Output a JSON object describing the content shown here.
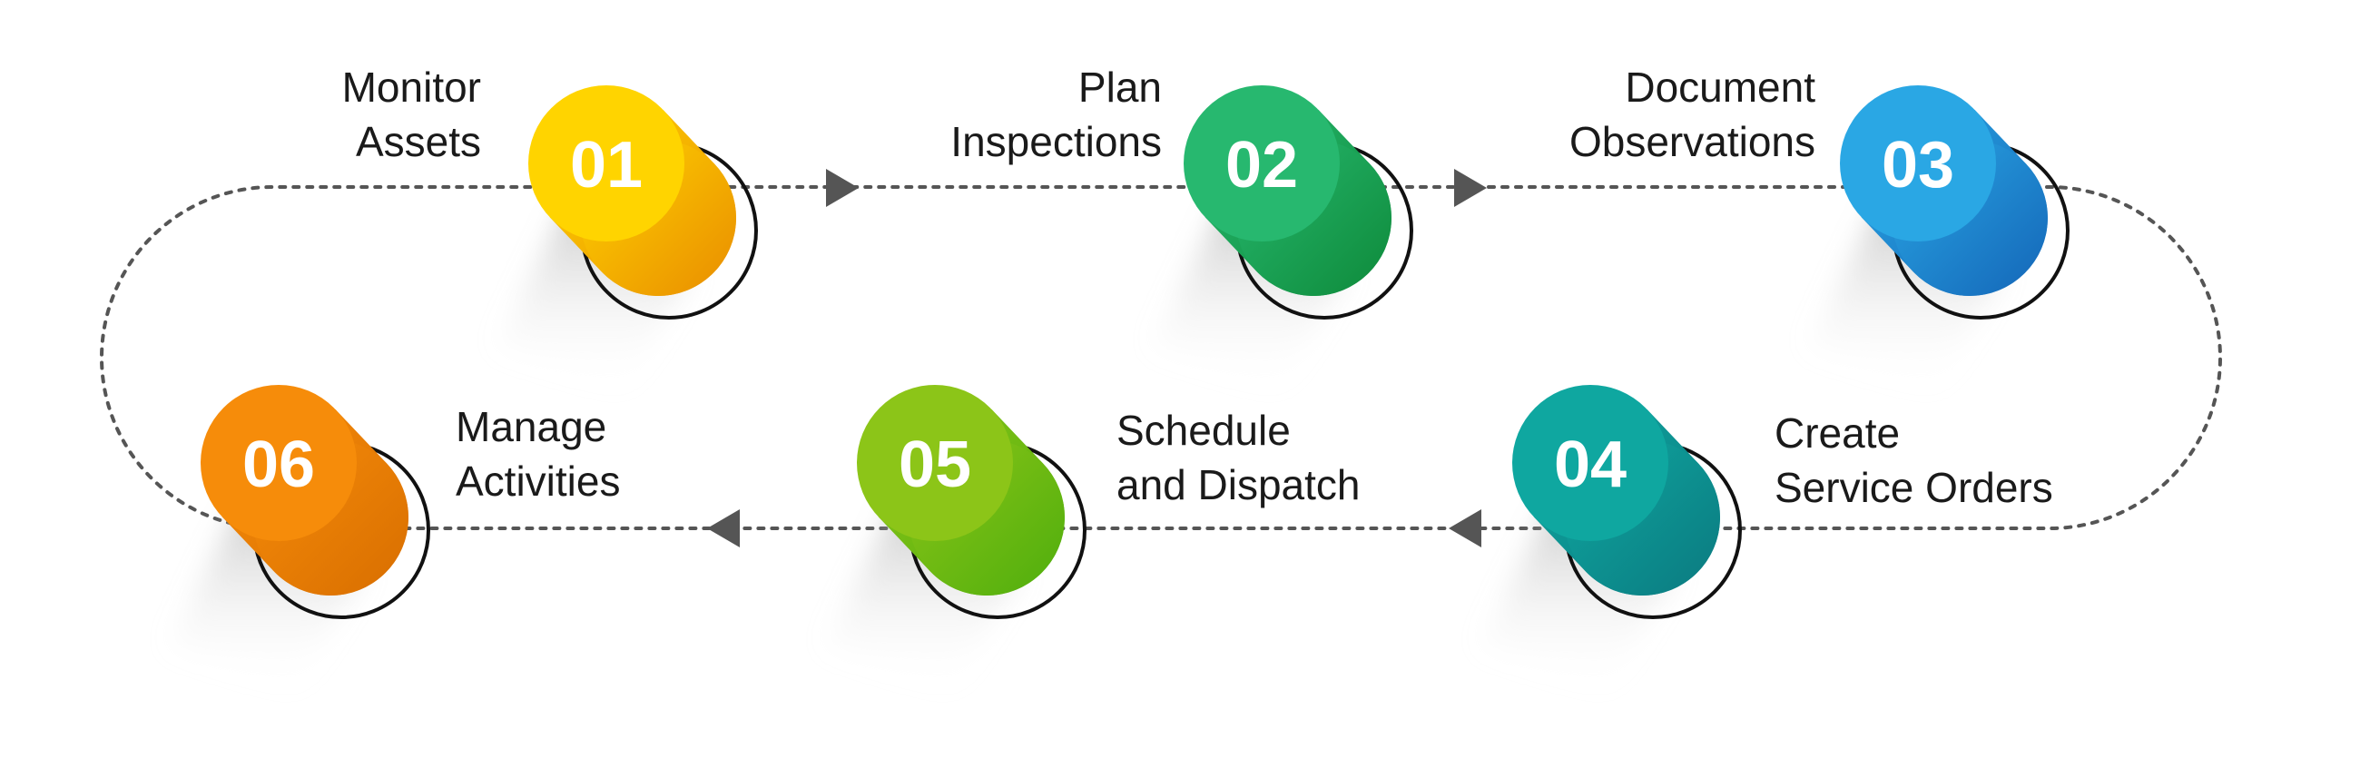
{
  "steps": [
    {
      "number": "01",
      "title_lines": [
        "Monitor",
        "Assets"
      ],
      "color": "#f7b500",
      "color_light": "#ffd400",
      "color_dark": "#e98d00"
    },
    {
      "number": "02",
      "title_lines": [
        "Plan",
        "Inspections"
      ],
      "color": "#1fa863",
      "color_light": "#27b86f",
      "color_dark": "#0e8a3a"
    },
    {
      "number": "03",
      "title_lines": [
        "Document",
        "Observations"
      ],
      "color": "#1d8fdc",
      "color_light": "#2aa7e4",
      "color_dark": "#1466b8"
    },
    {
      "number": "04",
      "title_lines": [
        "Create",
        "Service Orders"
      ],
      "color": "#0a968e",
      "color_light": "#0fa7a0",
      "color_dark": "#0b7a80"
    },
    {
      "number": "05",
      "title_lines": [
        "Schedule",
        "and Dispatch"
      ],
      "color": "#6bbf13",
      "color_light": "#8cc518",
      "color_dark": "#4fae0d"
    },
    {
      "number": "06",
      "title_lines": [
        "Manage",
        "Activities"
      ],
      "color": "#f08500",
      "color_light": "#f68c0a",
      "color_dark": "#d86e00"
    }
  ],
  "path_color": "#555555",
  "arrow_color": "#555555"
}
